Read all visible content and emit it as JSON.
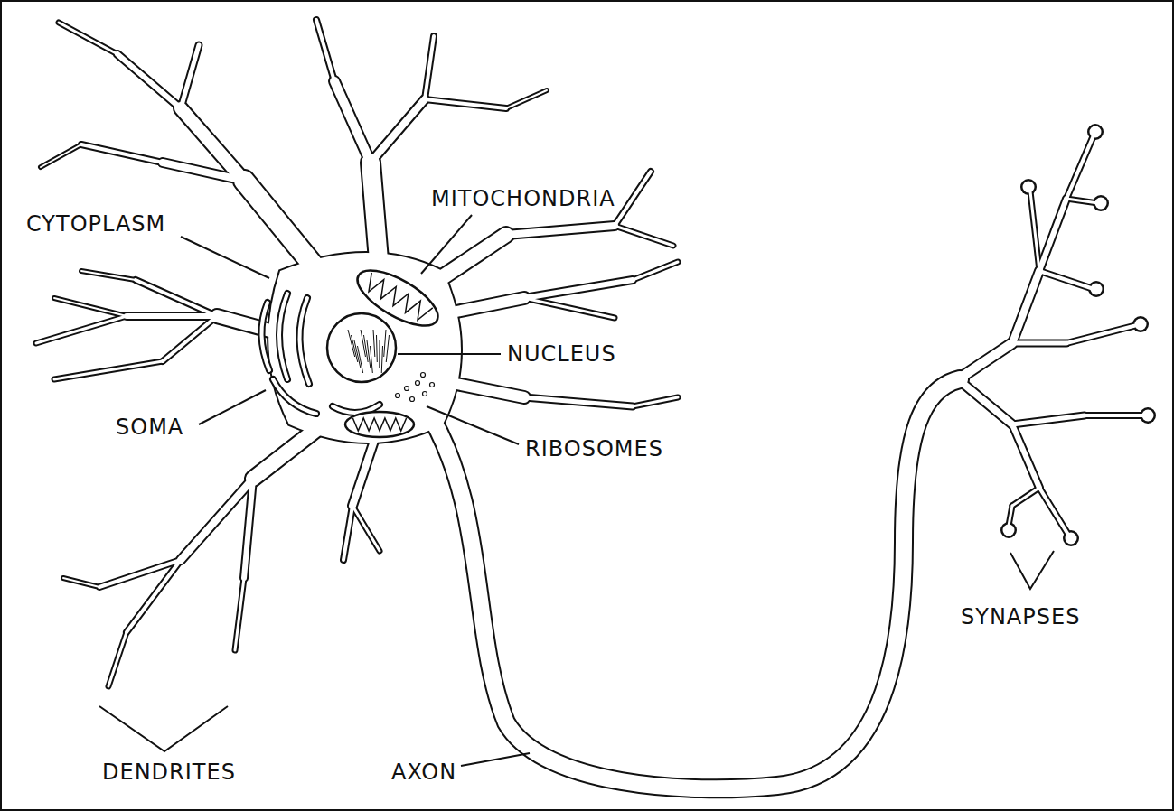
{
  "diagram": {
    "labels": [
      "MITOCHONDRIA",
      "CYTOPLASM",
      "NUCLEUS",
      "SOMA",
      "RIBOSOMES",
      "SYNAPSES",
      "DENDRITES",
      "AXON"
    ]
  }
}
